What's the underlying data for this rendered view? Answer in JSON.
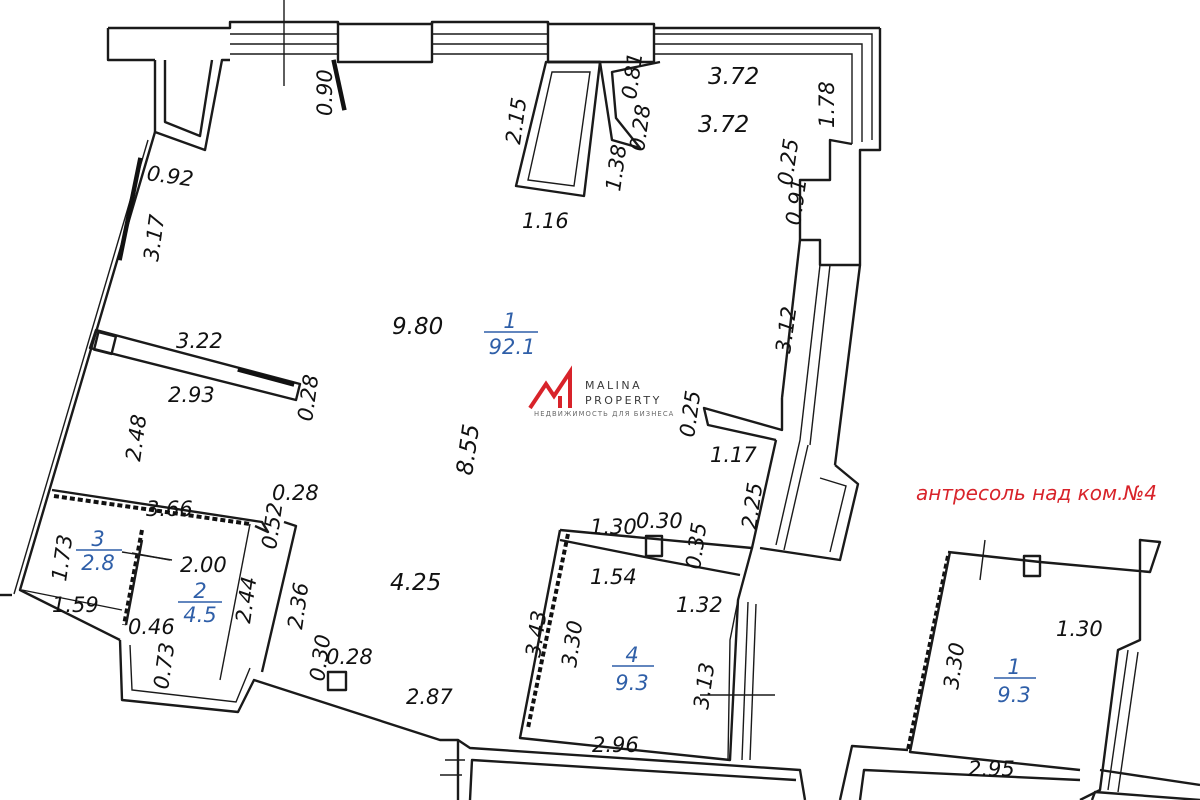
{
  "dimensions": [
    {
      "id": "d-090",
      "text": "0.90"
    },
    {
      "id": "d-215",
      "text": "2.15"
    },
    {
      "id": "d-081",
      "text": "0.81"
    },
    {
      "id": "d-028a",
      "text": "0.28"
    },
    {
      "id": "d-372a",
      "text": "3.72"
    },
    {
      "id": "d-372b",
      "text": "3.72"
    },
    {
      "id": "d-178",
      "text": "1.78"
    },
    {
      "id": "d-138",
      "text": "1.38"
    },
    {
      "id": "d-025a",
      "text": "0.25"
    },
    {
      "id": "d-091",
      "text": "0.91"
    },
    {
      "id": "d-092",
      "text": "0.92"
    },
    {
      "id": "d-116",
      "text": "1.16"
    },
    {
      "id": "d-317",
      "text": "3.17"
    },
    {
      "id": "d-980",
      "text": "9.80"
    },
    {
      "id": "d-312",
      "text": "3.12"
    },
    {
      "id": "d-322",
      "text": "3.22"
    },
    {
      "id": "d-293",
      "text": "2.93"
    },
    {
      "id": "d-028b",
      "text": "0.28"
    },
    {
      "id": "d-025b",
      "text": "0.25"
    },
    {
      "id": "d-248",
      "text": "2.48"
    },
    {
      "id": "d-855",
      "text": "8.55"
    },
    {
      "id": "d-117",
      "text": "1.17"
    },
    {
      "id": "d-028c",
      "text": "0.28"
    },
    {
      "id": "d-225",
      "text": "2.25"
    },
    {
      "id": "d-366",
      "text": "3.66"
    },
    {
      "id": "d-052",
      "text": "0.52"
    },
    {
      "id": "d-130a",
      "text": "1.30"
    },
    {
      "id": "d-030a",
      "text": "0.30"
    },
    {
      "id": "d-035",
      "text": "0.35"
    },
    {
      "id": "d-173",
      "text": "1.73"
    },
    {
      "id": "d-200",
      "text": "2.00"
    },
    {
      "id": "d-425",
      "text": "4.25"
    },
    {
      "id": "d-154",
      "text": "1.54"
    },
    {
      "id": "d-159",
      "text": "1.59"
    },
    {
      "id": "d-236",
      "text": "2.36"
    },
    {
      "id": "d-132",
      "text": "1.32"
    },
    {
      "id": "d-046",
      "text": "0.46"
    },
    {
      "id": "d-244",
      "text": "2.44"
    },
    {
      "id": "d-343",
      "text": "3.43"
    },
    {
      "id": "d-330a",
      "text": "3.30"
    },
    {
      "id": "d-073",
      "text": "0.73"
    },
    {
      "id": "d-030b",
      "text": "0.30"
    },
    {
      "id": "d-028d",
      "text": "0.28"
    },
    {
      "id": "d-313",
      "text": "3.13"
    },
    {
      "id": "d-287",
      "text": "2.87"
    },
    {
      "id": "d-296",
      "text": "2.96"
    },
    {
      "id": "d-130b",
      "text": "1.30"
    },
    {
      "id": "d-330b",
      "text": "3.30"
    },
    {
      "id": "d-295",
      "text": "2.95"
    }
  ],
  "rooms": [
    {
      "id": "room-1-main",
      "number": "1",
      "area": "92.1"
    },
    {
      "id": "room-3",
      "number": "3",
      "area": "2.8"
    },
    {
      "id": "room-2",
      "number": "2",
      "area": "4.5"
    },
    {
      "id": "room-4",
      "number": "4",
      "area": "9.3"
    },
    {
      "id": "room-1-mezz",
      "number": "1",
      "area": "9.3"
    }
  ],
  "annotation": {
    "text": "антресоль над ком.№4",
    "color": "#d8232a"
  },
  "logo": {
    "name_line1": "MALINA",
    "name_line2": "PROPERTY",
    "tagline": "НЕДВИЖИМОСТЬ ДЛЯ БИЗНЕСА",
    "color": "#d8232a"
  },
  "colors": {
    "line": "#1a1a1a",
    "room_label": "#2f5fa8",
    "annotation": "#d8232a"
  }
}
